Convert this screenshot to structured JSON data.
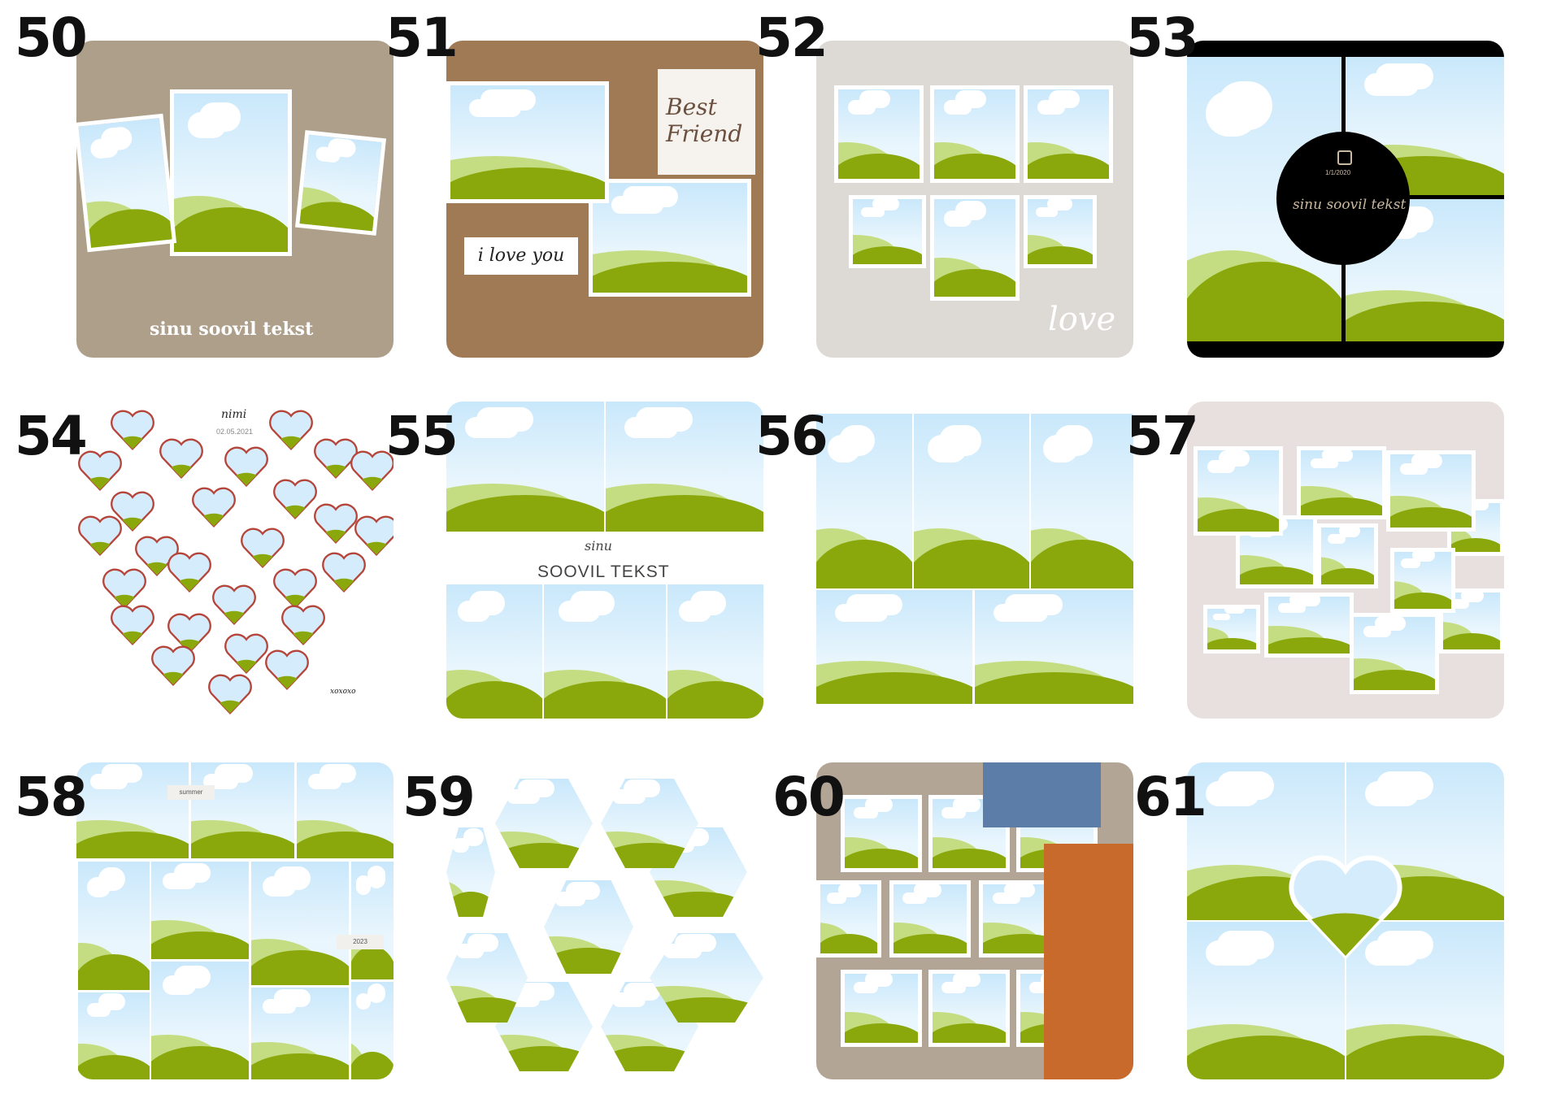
{
  "templates": [
    {
      "number": "50",
      "text": "sinu soovil tekst"
    },
    {
      "number": "51",
      "note": "Best Friend",
      "label": "i love you"
    },
    {
      "number": "52",
      "text": "love"
    },
    {
      "number": "53",
      "date": "1/1/2020",
      "text": "sinu soovil tekst"
    },
    {
      "number": "54",
      "name": "nimi",
      "date": "02.05.2021",
      "signature": "xoxoxo"
    },
    {
      "number": "55",
      "small": "sinu",
      "text": "SOOVIL TEKST"
    },
    {
      "number": "56"
    },
    {
      "number": "57"
    },
    {
      "number": "58",
      "tag1": "summer",
      "tag2": "2023"
    },
    {
      "number": "59"
    },
    {
      "number": "60"
    },
    {
      "number": "61"
    }
  ],
  "colors": {
    "sky": "#c9e8fb",
    "hill_dark": "#8aa80b",
    "hill_light": "#c5dd82",
    "taupe": "#ae9f8b",
    "cork": "#a07a55"
  }
}
